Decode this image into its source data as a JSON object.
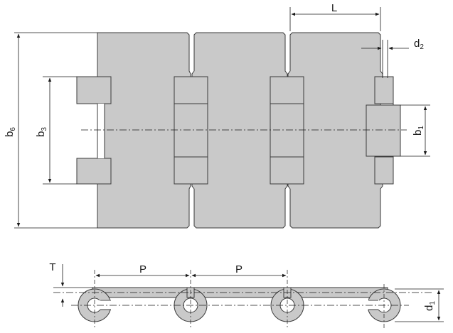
{
  "colors": {
    "plate_fill": "#c9c9c9",
    "plate_stroke": "#3a3a3a",
    "dim_line": "#1a1a1a",
    "background": "#ffffff"
  },
  "labels": {
    "L": "L",
    "d2": {
      "base": "d",
      "sub": "2"
    },
    "b6": {
      "base": "b",
      "sub": "6"
    },
    "b3": {
      "base": "b",
      "sub": "3"
    },
    "b1": {
      "base": "b",
      "sub": "1"
    },
    "T": "T",
    "P_left": "P",
    "P_right": "P",
    "d1": {
      "base": "d",
      "sub": "1"
    }
  }
}
